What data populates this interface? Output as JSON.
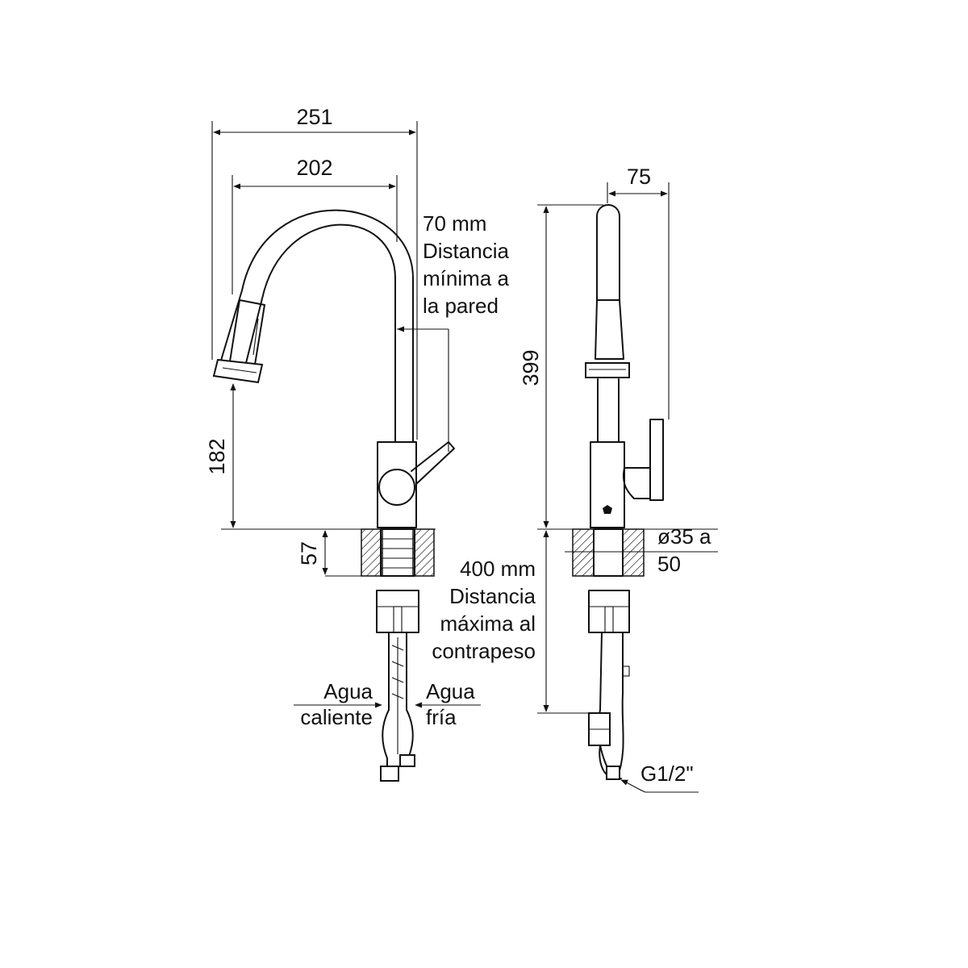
{
  "dimensions": {
    "d251": "251",
    "d202": "202",
    "d75": "75",
    "d399": "399",
    "d182": "182",
    "d57": "57"
  },
  "notes": {
    "wall": [
      "70 mm",
      "Distancia",
      "mínima a",
      "la pared"
    ],
    "counterweight": [
      "400 mm",
      "Distancia",
      "máxima al",
      "contrapeso"
    ],
    "hot": [
      "Agua",
      "caliente"
    ],
    "cold": [
      "Agua",
      "fría"
    ],
    "hole": [
      "ø35 a",
      "50"
    ],
    "thread": "G1/2\""
  },
  "colors": {
    "line": "#111111",
    "background": "#ffffff"
  }
}
